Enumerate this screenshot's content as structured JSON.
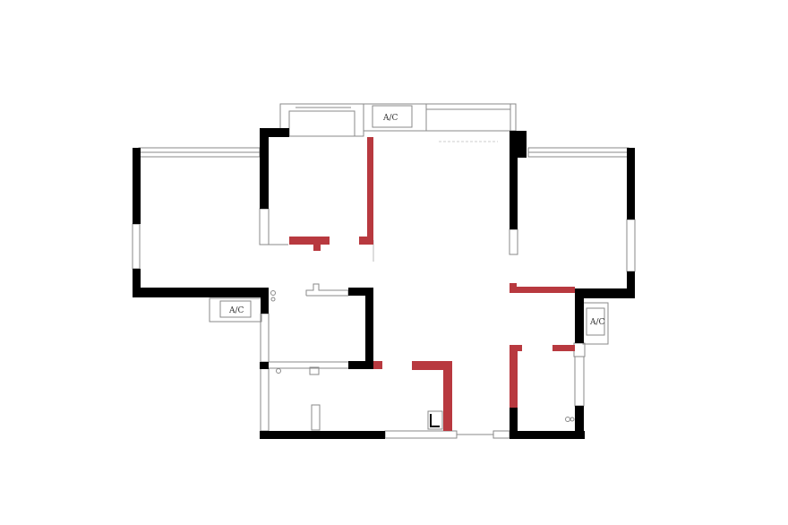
{
  "colors": {
    "background": "#ffffff",
    "existing_wall": "#000000",
    "new_wall": "#b8393f",
    "outline": "#8a8a8a"
  },
  "labels": {
    "ac_top": "A/C",
    "ac_left": "A/C",
    "ac_right": "A/C"
  }
}
